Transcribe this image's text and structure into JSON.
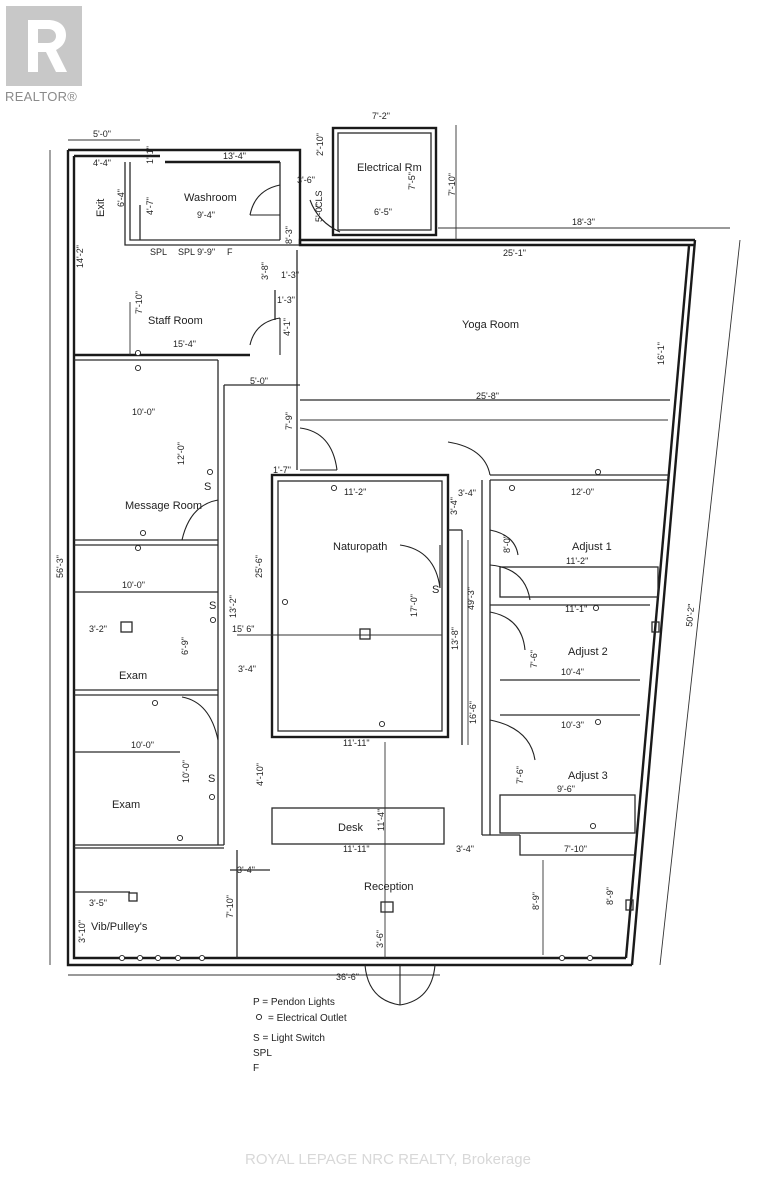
{
  "branding": {
    "logo_icon": "realtor-r-logo-icon",
    "logo_text": "REALTOR®",
    "watermark": "ROYAL LEPAGE NRC REALTY, Brokerage"
  },
  "rooms": [
    {
      "id": "washroom",
      "label": "Washroom"
    },
    {
      "id": "electrical",
      "label": "Electrical Rm"
    },
    {
      "id": "exit",
      "label": "Exit"
    },
    {
      "id": "staff",
      "label": "Staff Room"
    },
    {
      "id": "yoga",
      "label": "Yoga Room"
    },
    {
      "id": "message",
      "label": "Message Room"
    },
    {
      "id": "naturopath",
      "label": "Naturopath"
    },
    {
      "id": "adjust1",
      "label": "Adjust 1"
    },
    {
      "id": "adjust2",
      "label": "Adjust 2"
    },
    {
      "id": "adjust3",
      "label": "Adjust 3"
    },
    {
      "id": "exam1",
      "label": "Exam"
    },
    {
      "id": "exam2",
      "label": "Exam"
    },
    {
      "id": "desk",
      "label": "Desk"
    },
    {
      "id": "reception",
      "label": "Reception"
    },
    {
      "id": "vib",
      "label": "Vib/Pulley's"
    },
    {
      "id": "cls",
      "label": "CLS"
    }
  ],
  "dimensions": [
    "5'-0\"",
    "4'-4\"",
    "13'-4\"",
    "7'-2\"",
    "2'-10\"",
    "7'-10\"",
    "7'-5\"",
    "3'-6\"",
    "5'-0\"",
    "6'-5\"",
    "9'-4\"",
    "4'-7\"",
    "6'-4\"",
    "18'-3\"",
    "25'-1\"",
    "14'-2\"",
    "SPL 9'-9\"",
    "8'-3\"",
    "3'-8\"",
    "1'-3\"",
    "1'-3\"",
    "7'-10\"",
    "15'-4\"",
    "4'-1\"",
    "16'-1\"",
    "5'-0\"",
    "25'-8\"",
    "10'-0\"",
    "12'-0\"",
    "7'-9\"",
    "1'-7\"",
    "11'-2\"",
    "3'-4\"",
    "12'-0\"",
    "3'-4\"",
    "8'-0\"",
    "11'-2\"",
    "25'-6\"",
    "17'-0\"",
    "49'-3\"",
    "10'-0\"",
    "11'-1\"",
    "50'-2\"",
    "3'-2\"",
    "13'-2\"",
    "15' 6\"",
    "6'-9\"",
    "13'-8\"",
    "7'-6\"",
    "10'-4\"",
    "3'-4\"",
    "16'-6\"",
    "10'-0\"",
    "11'-11\"",
    "10'-3\"",
    "7'-6\"",
    "9'-6\"",
    "10'-0\"",
    "4'-10\"",
    "11'-4\"",
    "56'-3\"",
    "11'-11\"",
    "3'-4\"",
    "7'-10\"",
    "3'-4\"",
    "7'-10\"",
    "8'-9\"",
    "8'-9\"",
    "3'-5\"",
    "3'-10\"",
    "3'-6\"",
    "36'-6\"",
    "1'-1\""
  ],
  "markers": {
    "switch": "S",
    "spl": "SPL",
    "fan": "F"
  },
  "legend": [
    "P = Pendon Lights",
    "= Electrical Outlet",
    "S = Light Switch",
    "SPL",
    "F"
  ]
}
